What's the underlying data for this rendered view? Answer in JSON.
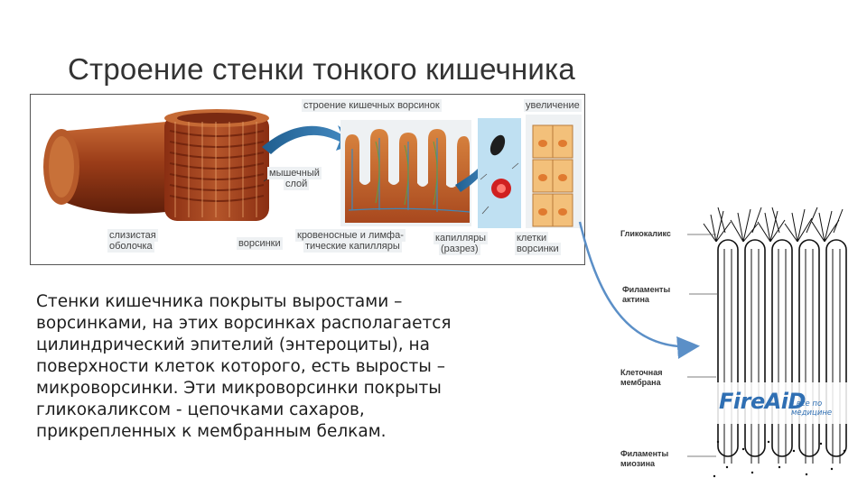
{
  "slide": {
    "title": "Строение стенки тонкого кишечника",
    "body_lines": [
      "Стенки кишечника покрыты выростами –",
      "ворсинками, на этих ворсинках располагается",
      "цилиндрический эпителий (энтероциты), на",
      "поверхности клеток которого, есть выросты –",
      "микроворсинки. Эти микроворсинки покрыты",
      "гликокаликсом - цепочками сахаров,",
      "прикрепленных к мембранным белкам."
    ]
  },
  "main_figure": {
    "label_villi_structure": "строение кишечных ворсинок",
    "label_magnification": "увеличение",
    "label_muscle_1": "мышечный",
    "label_muscle_2": "слой",
    "label_mucosa_1": "слизистая",
    "label_mucosa_2": "оболочка",
    "label_villi": "ворсинки",
    "label_vessels_1": "кровеносные и лимфа-",
    "label_vessels_2": "тические капилляры",
    "label_capillary_1": "капилляры",
    "label_capillary_2": "(разрез)",
    "label_cells_1": "клетки",
    "label_cells_2": "ворсинки"
  },
  "right_figure": {
    "label_glycocalyx": "Гликокаликс",
    "label_actin_1": "Филаменты",
    "label_actin_2": "актина",
    "label_membrane_1": "Клеточная",
    "label_membrane_2": "мембрана",
    "label_myosin_1": "Филаменты",
    "label_myosin_2": "миозина",
    "watermark": "FireAiD",
    "watermark_sub": "- все по медицине"
  },
  "colors": {
    "intestine_dark": "#7a2a12",
    "intestine_mid": "#b4552a",
    "intestine_light": "#e39a5c",
    "villi_panel_bg": "#eef1f3",
    "capillary_panel_bg": "#bfe0f2",
    "arrow_blue": "#4a90c8",
    "cells_fill": "#f3c07a",
    "label_bg": "#eef1f3"
  }
}
